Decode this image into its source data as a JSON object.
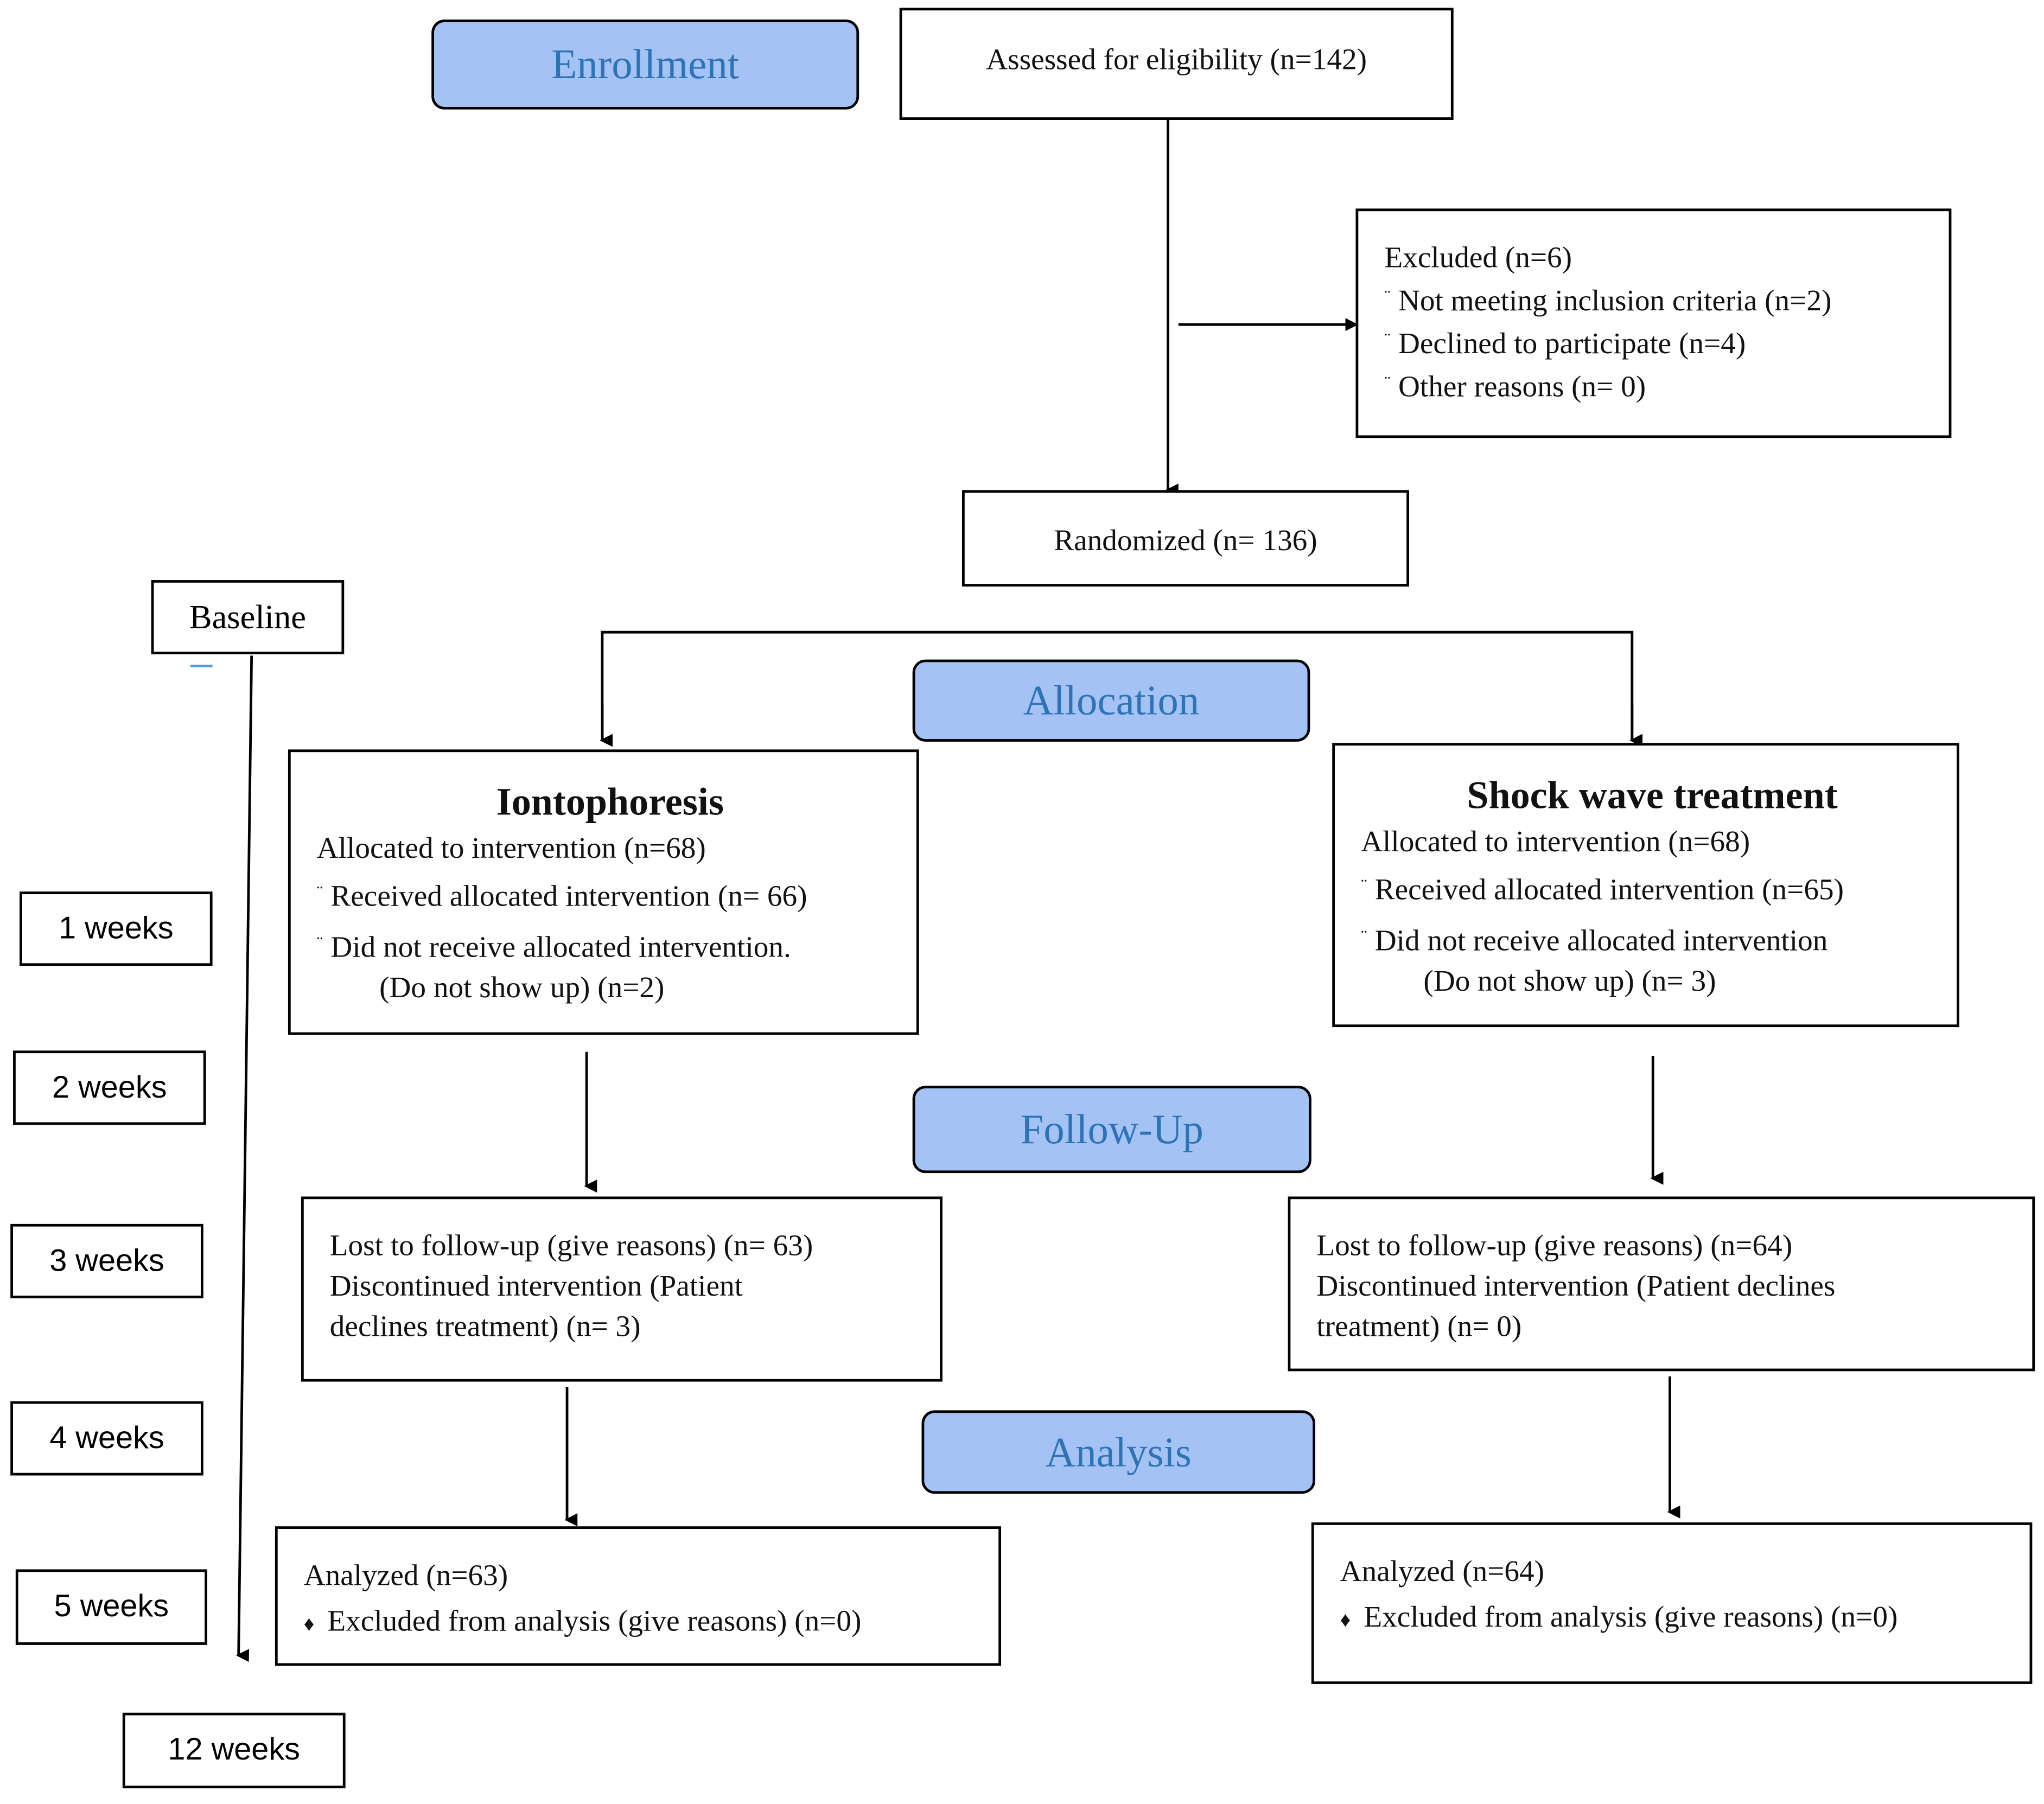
{
  "phases": {
    "enrollment": "Enrollment",
    "allocation": "Allocation",
    "follow_up": "Follow-Up",
    "analysis": "Analysis"
  },
  "assessed": "Assessed for eligibility (n=142)",
  "excluded": {
    "title": "Excluded (n=6)",
    "items": [
      "Not meeting inclusion criteria (n=2)",
      "Declined to participate (n=4)",
      "Other reasons (n= 0)"
    ]
  },
  "randomized": "Randomized (n= 136)",
  "timeline": {
    "baseline": "Baseline",
    "steps": [
      "1 weeks",
      "2 weeks",
      "3 weeks",
      "4 weeks",
      "5 weeks",
      "12 weeks"
    ]
  },
  "iontophoresis": {
    "title": "Iontophoresis",
    "allocated": "Allocated to intervention (n=68)",
    "received": "Received allocated intervention (n= 66)",
    "not_received": "Did not receive allocated intervention.",
    "not_received_reason": "(Do not show up) (n=2)",
    "lost": "Lost to follow-up (give reasons) (n= 63)",
    "discontinued_1": "Discontinued intervention (Patient",
    "discontinued_2": "declines treatment) (n= 3)",
    "analyzed": "Analyzed (n=63)",
    "excluded_analysis": "Excluded from analysis (give reasons) (n=0)"
  },
  "shockwave": {
    "title": "Shock wave treatment",
    "allocated": "Allocated to intervention (n=68)",
    "received": "Received allocated intervention (n=65)",
    "not_received": "Did not receive allocated intervention",
    "not_received_reason": "(Do not show up) (n= 3)",
    "lost": "Lost to follow-up (give reasons) (n=64)",
    "discontinued_1": "Discontinued intervention (Patient declines",
    "discontinued_2": "treatment) (n= 0)",
    "analyzed": "Analyzed (n=64)",
    "excluded_analysis": "Excluded from analysis (give reasons) (n=0)"
  },
  "colors": {
    "phase_fill": "#a4c2f4",
    "phase_text": "#2e74b5",
    "line": "#000000"
  }
}
